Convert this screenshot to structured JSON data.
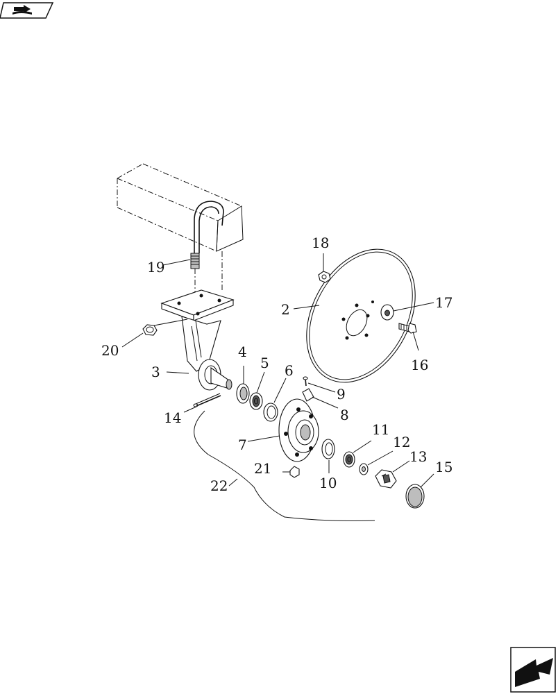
{
  "labels": {
    "p2": "2",
    "p3": "3",
    "p4": "4",
    "p5": "5",
    "p6": "6",
    "p7": "7",
    "p8": "8",
    "p9": "9",
    "p10": "10",
    "p11": "11",
    "p12": "12",
    "p13": "13",
    "p14": "14",
    "p15": "15",
    "p16": "16",
    "p17": "17",
    "p18": "18",
    "p19": "19",
    "p20": "20",
    "p21": "21",
    "p22": "22"
  },
  "icons": {
    "top_left": "book-arrow-icon",
    "bottom_right": "next-page-arrow-icon"
  },
  "colors": {
    "ink": "#111111",
    "shade": "#bdbdbd",
    "background": "#ffffff"
  }
}
